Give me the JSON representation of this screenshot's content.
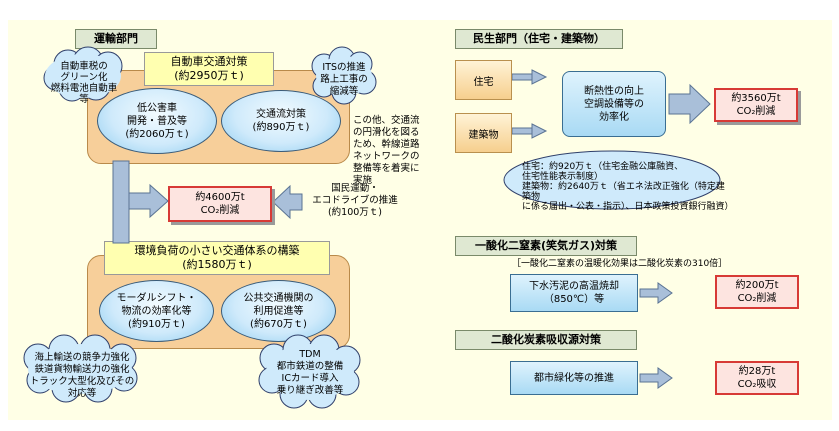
{
  "transport": {
    "section_title": "運輸部門",
    "car_traffic": {
      "title": "自動車交通対策",
      "amount": "(約2950万ｔ)"
    },
    "low_emission": {
      "line1": "低公害車",
      "line2": "開発・普及等",
      "amount": "(約2060万ｔ)"
    },
    "traffic_flow": {
      "line1": "交通流対策",
      "amount": "(約890万ｔ)"
    },
    "cloud_green_tax": "自動車税の\nグリーン化\n燃料電池自動車\n等",
    "cloud_its": "ITSの推進\n路上工事の\n縮減等",
    "other_note": "この他、交通流\nの円滑化を図る\nため、幹線道路\nネットワークの\n整備等を着実に\n実施",
    "reduction_total": {
      "line1": "約4600万t",
      "line2": "CO₂削減"
    },
    "national_campaign": "国民運動・\nエコドライブの推進\n(約100万ｔ)",
    "env_system": {
      "title": "環境負荷の小さい交通体系の構築",
      "amount": "(約1580万ｔ)"
    },
    "modal_shift": {
      "line1": "モーダルシフト・",
      "line2": "物流の効率化等",
      "amount": "(約910万ｔ)"
    },
    "public_transport": {
      "line1": "公共交通機関の",
      "line2": "利用促進等",
      "amount": "(約670万ｔ)"
    },
    "cloud_maritime": "海上輸送の競争力強化\n鉄道貨物輸送力の強化\nトラック大型化及びその対応等",
    "cloud_tdm": "TDM\n都市鉄道の整備\nICカード導入\n乗り継ぎ改善等"
  },
  "civil": {
    "section_title": "民生部門（住宅・建築物）",
    "housing": "住宅",
    "building": "建築物",
    "insulation": "断熱性の向上\n空調設備等の\n効率化",
    "reduction": {
      "line1": "約3560万t",
      "line2": "CO₂削減"
    },
    "detail_cloud": "住宅：約920万ｔ（住宅金融公庫融資、\n住宅性能表示制度）\n建築物：約2640万ｔ（省エネ法改正強化（特定建築物\nに係る届出・公表・指示）、日本政策投資銀行融資）"
  },
  "n2o": {
    "section_title": "一酸化二窒素(笑気ガス)対策",
    "note": "［一酸化二窒素の温暖化効果は二酸化炭素の310倍］",
    "measure": "下水汚泥の高温焼却\n（850℃）等",
    "reduction": {
      "line1": "約200万t",
      "line2": "CO₂削減"
    }
  },
  "sink": {
    "section_title": "二酸化炭素吸収源対策",
    "measure": "都市緑化等の推進",
    "reduction": {
      "line1": "約28万t",
      "line2": "CO₂吸収"
    }
  }
}
